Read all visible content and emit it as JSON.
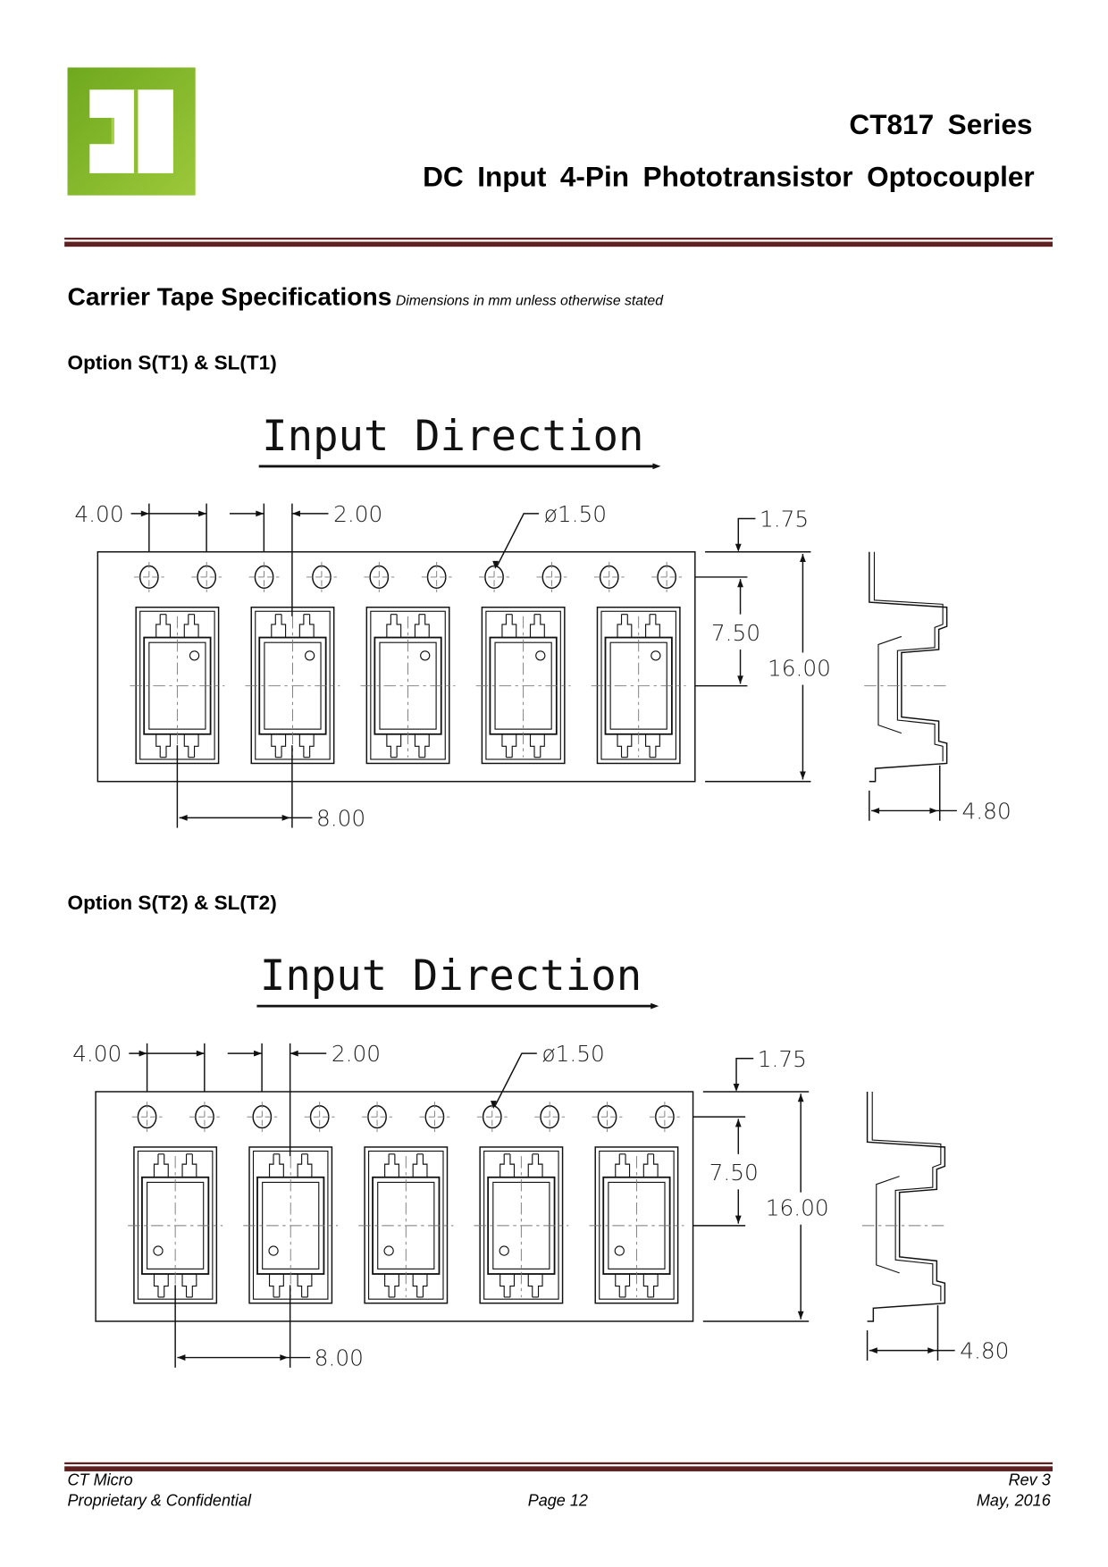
{
  "header": {
    "logo_text": "CT",
    "series": "CT817 Series",
    "subtitle": "DC Input 4-Pin Phototransistor Optocoupler",
    "accent_color": "#5e2020",
    "logo_color": "#7fb526"
  },
  "section": {
    "title": "Carrier Tape Specifications",
    "note": "Dimensions in mm unless otherwise stated"
  },
  "diagrams": [
    {
      "option_title": "Option S(T1) & SL(T1)",
      "direction_label": "Input Direction",
      "dims": {
        "pitch_hole": "4.00",
        "offset": "2.00",
        "hole_dia": "ø1.50",
        "edge": "1.75",
        "center": "7.50",
        "width": "16.00",
        "pitch_pocket": "8.00",
        "depth": "4.80"
      },
      "pin1_marker": "top"
    },
    {
      "option_title": "Option S(T2) & SL(T2)",
      "direction_label": "Input Direction",
      "dims": {
        "pitch_hole": "4.00",
        "offset": "2.00",
        "hole_dia": "ø1.50",
        "edge": "1.75",
        "center": "7.50",
        "width": "16.00",
        "pitch_pocket": "8.00",
        "depth": "4.80"
      },
      "pin1_marker": "bottom"
    }
  ],
  "footer": {
    "company": "CT Micro",
    "confidential": "Proprietary & Confidential",
    "page": "Page 12",
    "rev": "Rev 3",
    "date": "May, 2016"
  }
}
